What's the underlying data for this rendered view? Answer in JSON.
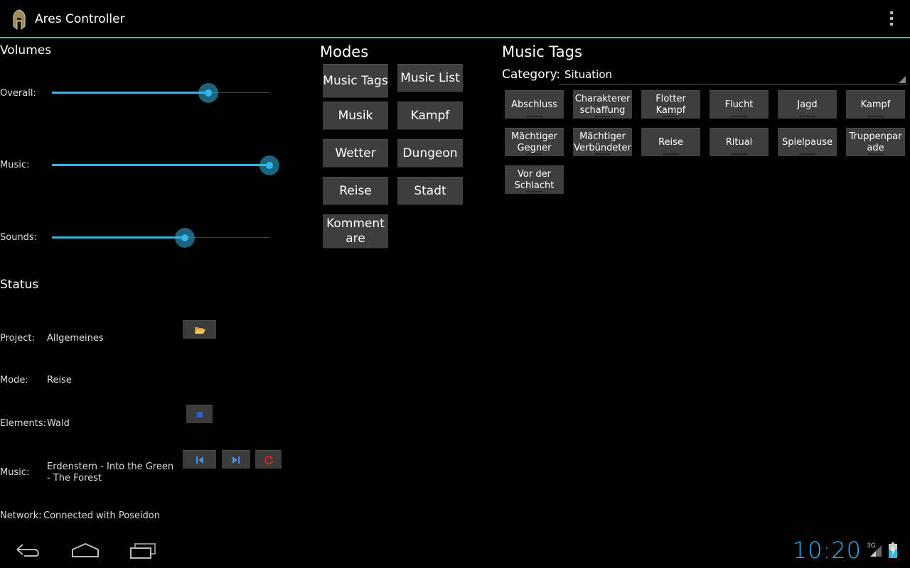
{
  "app": {
    "title": "Ares Controller"
  },
  "volumes": {
    "title": "Volumes",
    "sliders": [
      {
        "label": "Overall:",
        "value": 0.72
      },
      {
        "label": "Music:",
        "value": 1.0
      },
      {
        "label": "Sounds:",
        "value": 0.61
      }
    ]
  },
  "status": {
    "title": "Status",
    "project_label": "Project:",
    "project_value": "Allgemeines",
    "mode_label": "Mode:",
    "mode_value": "Reise",
    "elements_label": "Elements:",
    "elements_value": "Wald",
    "music_label": "Music:",
    "music_value": "Erdenstern - Into the Green - The Forest",
    "network_label": "Network:",
    "network_value": "Connected with Poseidon"
  },
  "modes": {
    "title": "Modes",
    "buttons": [
      "Music Tags",
      "Music List",
      "Musik",
      "Kampf",
      "Wetter",
      "Dungeon",
      "Reise",
      "Stadt",
      "Kommentare"
    ]
  },
  "music_tags": {
    "title": "Music Tags",
    "category_label": "Category:",
    "category_value": "Situation",
    "tags": [
      "Abschluss",
      "Charaktererschaffung",
      "Flotter Kampf",
      "Flucht",
      "Jagd",
      "Kampf",
      "Mächtiger Gegner",
      "Mächtiger Verbündeter",
      "Reise",
      "Ritual",
      "Spielpause",
      "Truppenparade",
      "Vor der Schlacht"
    ]
  },
  "system": {
    "clock": "10:20",
    "network_type": "3G"
  },
  "colors": {
    "accent": "#33b5e5",
    "button_bg": "#3e3e3e",
    "background": "#000000"
  }
}
